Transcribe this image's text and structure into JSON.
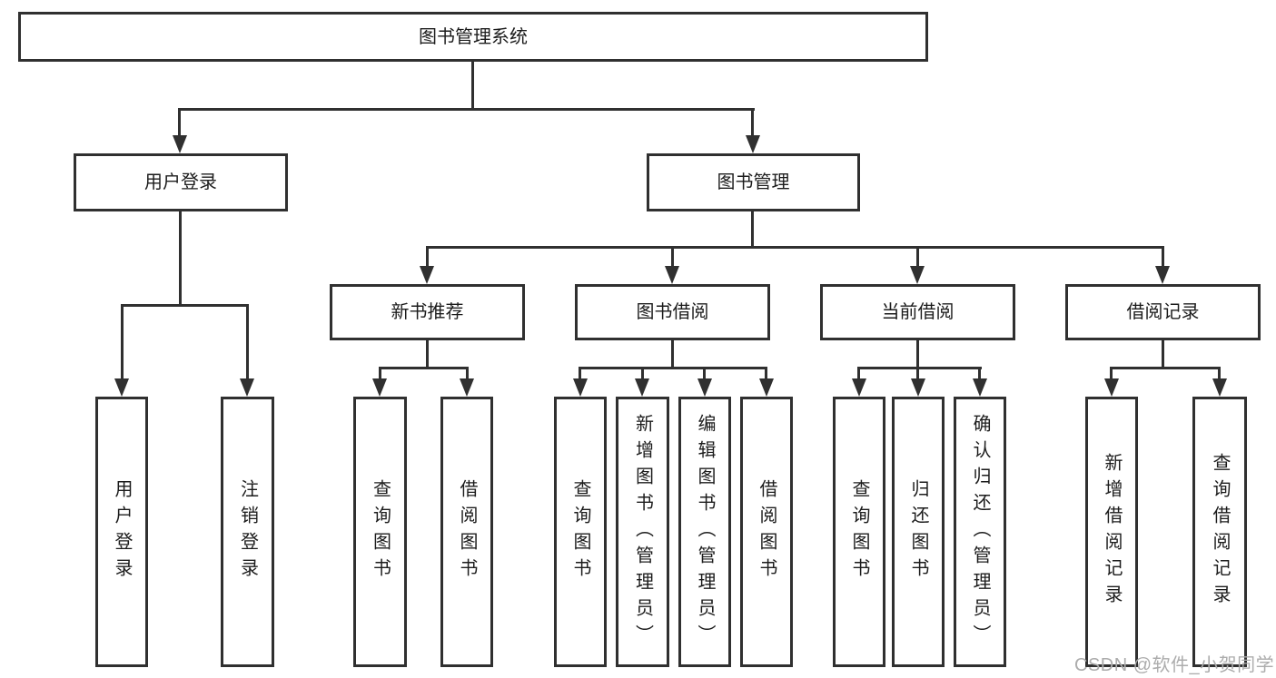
{
  "colors": {
    "line": "#303030",
    "box_border": "#303030",
    "text": "#1c1c1c",
    "background": "#ffffff",
    "watermark": "#acacac"
  },
  "tree": {
    "root": {
      "label": "图书管理系统"
    },
    "branches": [
      {
        "label": "用户登录",
        "children": [
          {
            "label": "用户登录"
          },
          {
            "label": "注销登录"
          }
        ]
      },
      {
        "label": "图书管理",
        "children": [
          {
            "label": "新书推荐",
            "children": [
              {
                "label": "查询图书"
              },
              {
                "label": "借阅图书"
              }
            ]
          },
          {
            "label": "图书借阅",
            "children": [
              {
                "label": "查询图书"
              },
              {
                "label": "新增图书（管理员）"
              },
              {
                "label": "编辑图书（管理员）"
              },
              {
                "label": "借阅图书"
              }
            ]
          },
          {
            "label": "当前借阅",
            "children": [
              {
                "label": "查询图书"
              },
              {
                "label": "归还图书"
              },
              {
                "label": "确认归还（管理员）"
              }
            ]
          },
          {
            "label": "借阅记录",
            "children": [
              {
                "label": "新增借阅记录"
              },
              {
                "label": "查询借阅记录"
              }
            ]
          }
        ]
      }
    ]
  },
  "watermark": {
    "text": "CSDN @软件_小贺同学"
  }
}
